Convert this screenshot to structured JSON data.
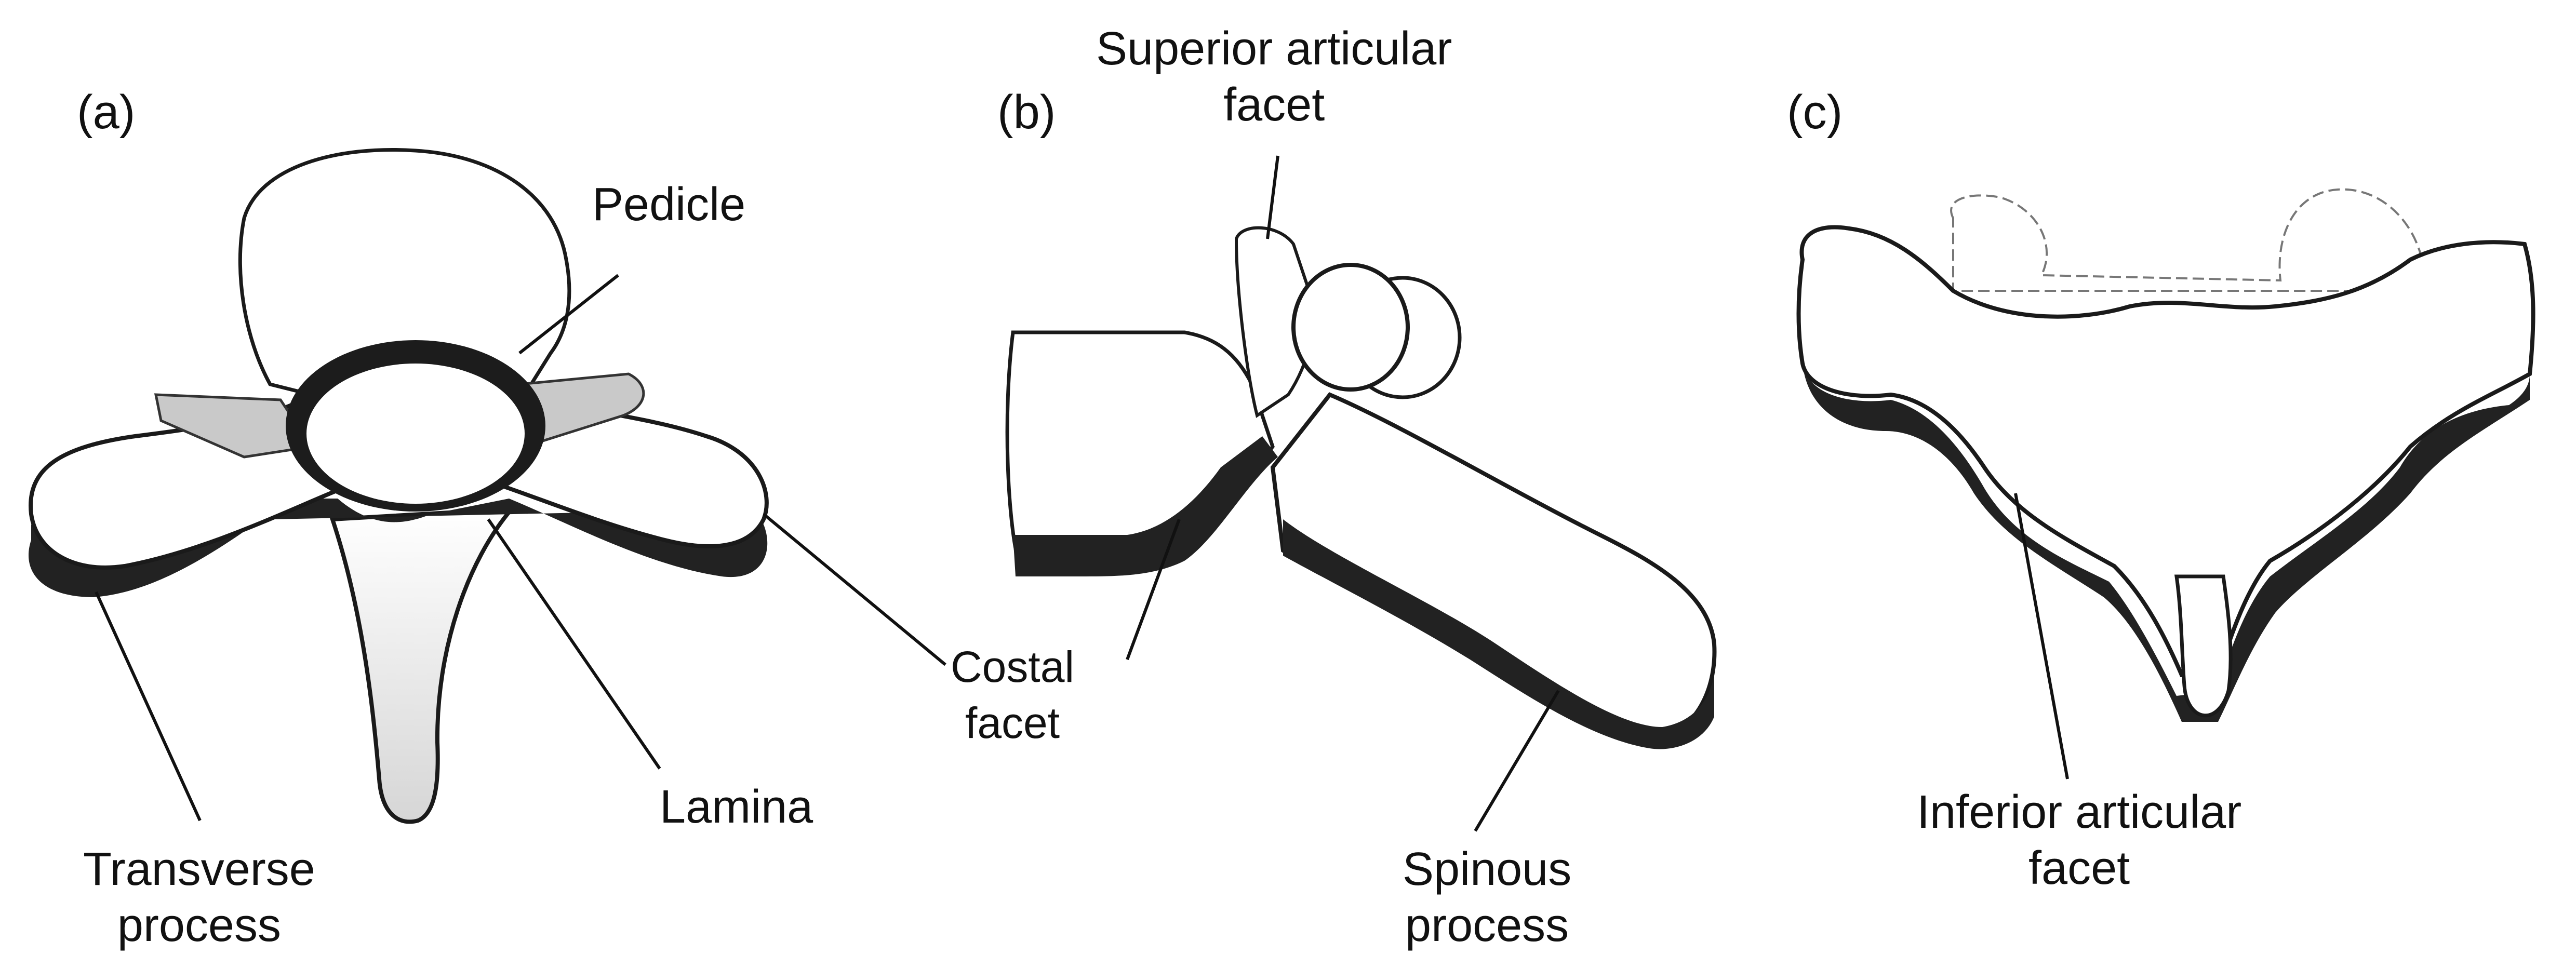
{
  "panels": [
    {
      "tag": "(a)",
      "labels": {
        "pedicle": [
          "Pedicle"
        ],
        "lamina": [
          "Lamina"
        ],
        "transverse": [
          "Transverse",
          "process"
        ]
      }
    },
    {
      "tag": "(b)",
      "labels": {
        "superior": [
          "Superior articular",
          "facet"
        ],
        "costal": [
          "Costal",
          "facet"
        ],
        "spinous": [
          "Spinous",
          "process"
        ]
      }
    },
    {
      "tag": "(c)",
      "labels": {
        "inferior": [
          "Inferior articular",
          "facet"
        ]
      }
    }
  ],
  "colors": {
    "bone_fill": "#ffffff",
    "bone_edge": "#1a1a1a",
    "bone_shadow": "#2b2b2b",
    "shade": "#c9c9c9",
    "line": "#111111"
  }
}
